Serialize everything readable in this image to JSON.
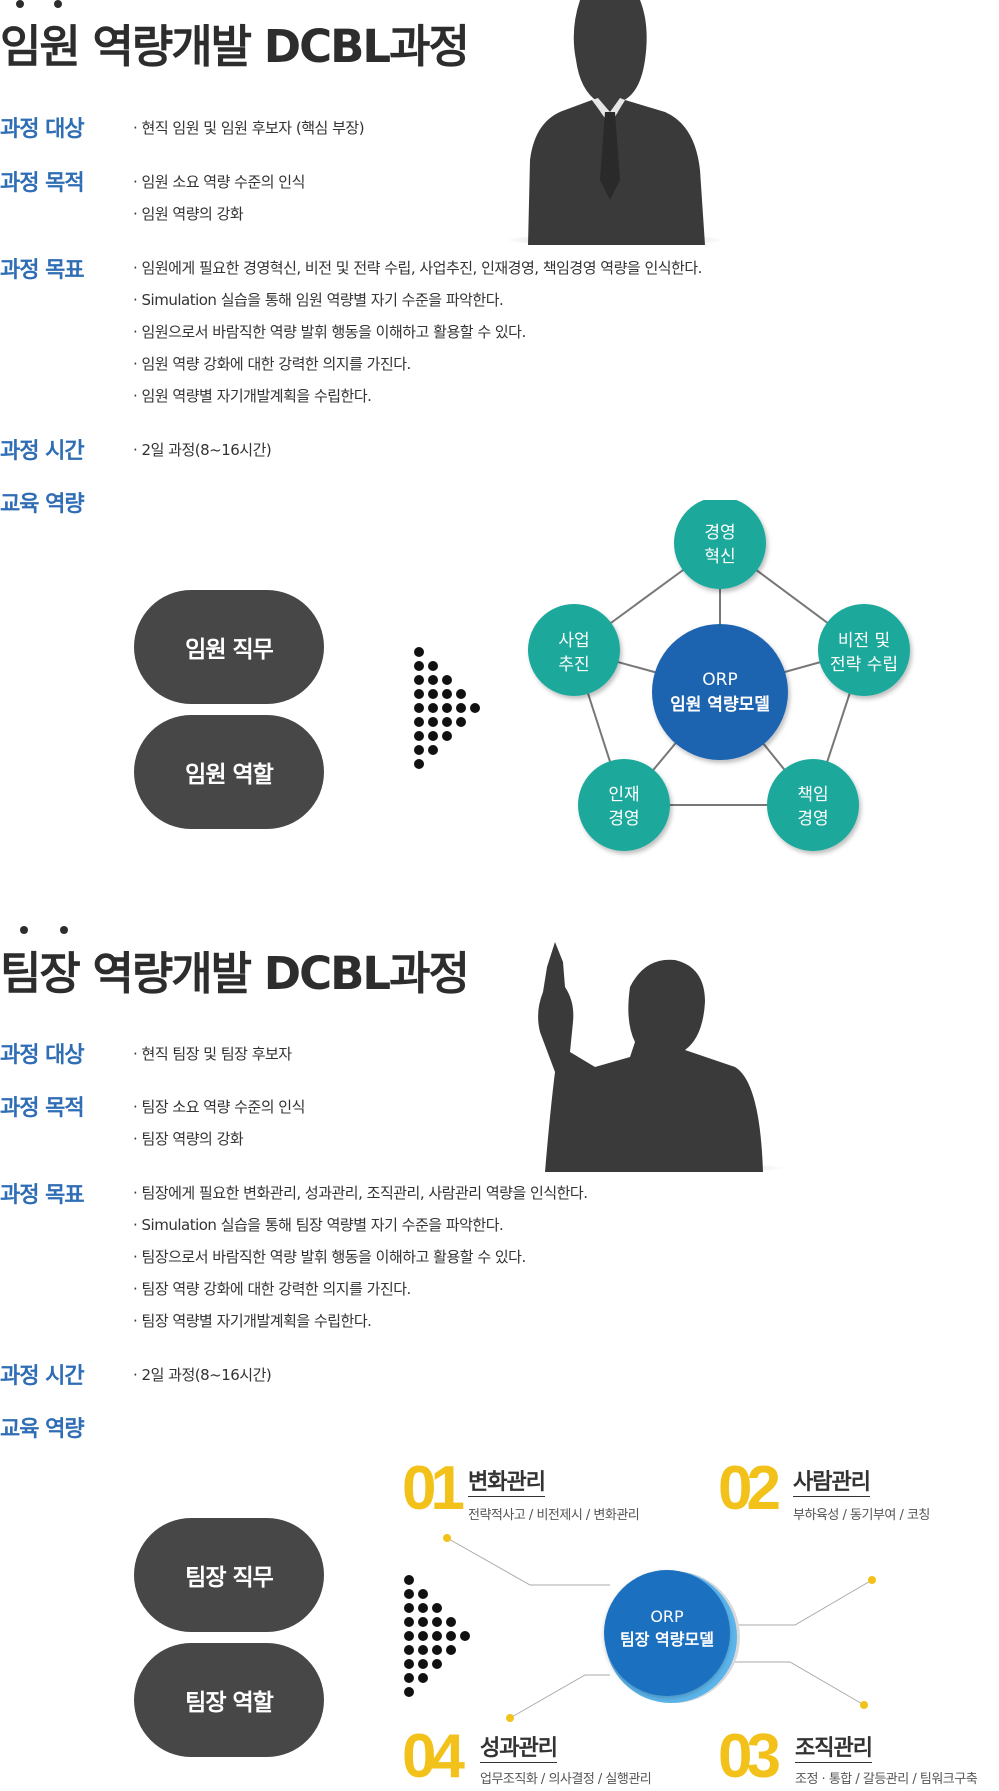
{
  "section1": {
    "title": "임원 역량개발 DCBL과정",
    "rows": [
      {
        "label": "과정 대상",
        "items": [
          "· 현직 임원 및 임원 후보자 (핵심 부장)"
        ]
      },
      {
        "label": "과정 목적",
        "items": [
          "· 임원 소요 역량 수준의 인식",
          "· 임원 역량의 강화"
        ]
      },
      {
        "label": "과정 목표",
        "items": [
          "· 임원에게 필요한 경영혁신, 비전 및 전략 수립, 사업추진, 인재경영, 책임경영 역량을 인식한다.",
          "· Simulation 실습을 통해 임원 역량별 자기 수준을 파악한다.",
          "· 임원으로서 바람직한 역량 발휘 행동을 이해하고 활용할 수 있다.",
          "· 임원 역량 강화에 대한 강력한 의지를 가진다.",
          "· 임원 역량별 자기개발계획을 수립한다."
        ]
      },
      {
        "label": "과정 시간",
        "items": [
          "· 2일 과정(8~16시간)"
        ]
      }
    ],
    "competency_label": "교육 역량",
    "pills": [
      "임원 직무",
      "임원 역할"
    ],
    "center": {
      "line1": "ORP",
      "line2": "임원 역량모델"
    },
    "nodes": [
      {
        "line1": "경영",
        "line2": "혁신"
      },
      {
        "line1": "비전 및",
        "line2": "전략 수립"
      },
      {
        "line1": "책임",
        "line2": "경영"
      },
      {
        "line1": "인재",
        "line2": "경영"
      },
      {
        "line1": "사업",
        "line2": "추진"
      }
    ],
    "colors": {
      "node": "#1aa99b",
      "center": "#1e63b0"
    }
  },
  "section2": {
    "title": "팀장 역량개발 DCBL과정",
    "rows": [
      {
        "label": "과정 대상",
        "items": [
          "· 현직 팀장 및 팀장 후보자"
        ]
      },
      {
        "label": "과정 목적",
        "items": [
          "· 팀장 소요 역량 수준의 인식",
          "· 팀장 역량의 강화"
        ]
      },
      {
        "label": "과정 목표",
        "items": [
          "· 팀장에게 필요한 변화관리, 성과관리, 조직관리, 사람관리 역량을 인식한다.",
          "· Simulation 실습을 통해 팀장 역량별 자기 수준을 파악한다.",
          "· 팀장으로서 바람직한 역량 발휘 행동을 이해하고 활용할 수 있다.",
          "· 팀장 역량 강화에 대한 강력한 의지를 가진다.",
          "· 팀장 역량별 자기개발계획을 수립한다."
        ]
      },
      {
        "label": "과정 시간",
        "items": [
          "· 2일 과정(8~16시간)"
        ]
      }
    ],
    "competency_label": "교육 역량",
    "pills": [
      "팀장 직무",
      "팀장 역할"
    ],
    "center": {
      "line1": "ORP",
      "line2": "팀장 역량모델"
    },
    "modules": [
      {
        "num": "01",
        "title": "변화관리",
        "sub": "전략적사고 / 비전제시 / 변화관리"
      },
      {
        "num": "02",
        "title": "사람관리",
        "sub": "부하육성 / 동기부여 / 코칭"
      },
      {
        "num": "04",
        "title": "성과관리",
        "sub": "업무조직화 / 의사결정 / 실행관리"
      },
      {
        "num": "03",
        "title": "조직관리",
        "sub": "조정 · 통합 / 갈등관리 / 팀워크구축"
      }
    ],
    "colors": {
      "number": "#f2c21b",
      "center": "#1e6fc0"
    }
  }
}
